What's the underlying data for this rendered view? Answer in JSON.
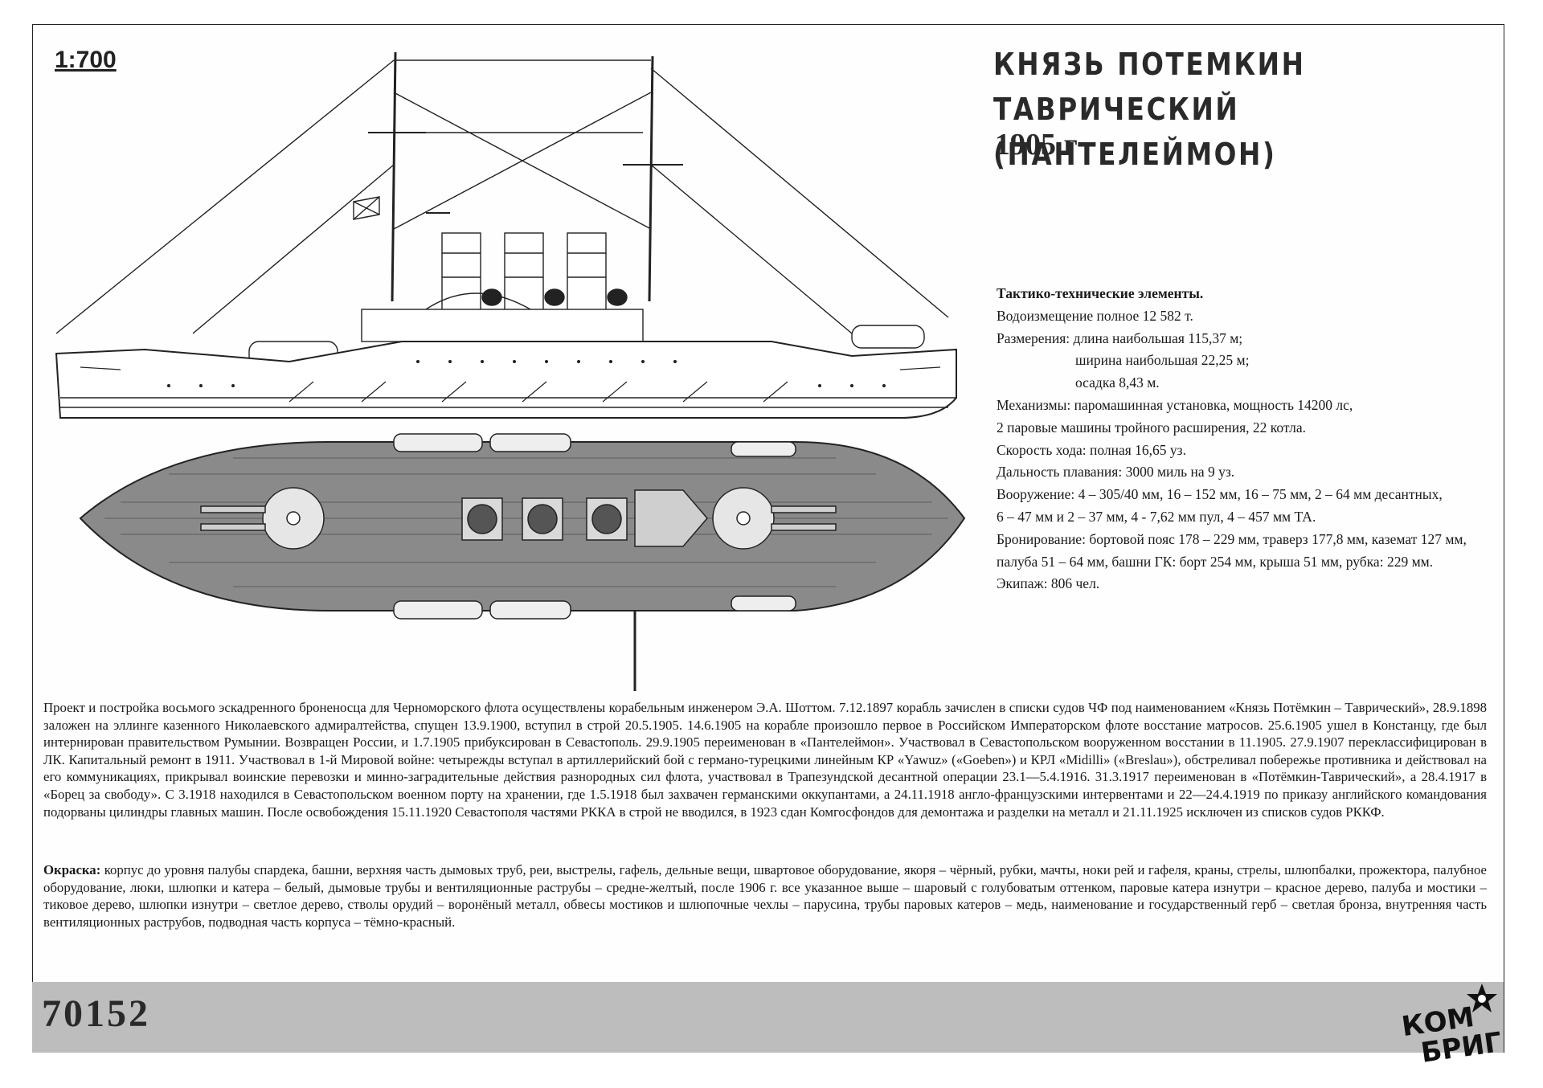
{
  "scale": "1:700",
  "title": {
    "line1": "КНЯЗЬ ПОТЕМКИН ТАВРИЧЕСКИЙ",
    "line2": "(ПАНТЕЛЕЙМОН)",
    "year": "1905 г"
  },
  "specs": {
    "heading": "Тактико-технические элементы.",
    "rows": [
      "Водоизмещение полное 12 582 т.",
      "Размерения: длина наибольшая 115,37 м;",
      "ширина наибольшая 22,25 м;",
      "осадка 8,43 м.",
      "Механизмы: паромашинная установка, мощность 14200 лс,",
      "2 паровые машины тройного расширения, 22 котла.",
      "Скорость хода: полная 16,65 уз.",
      "Дальность плавания: 3000 миль на 9 уз.",
      "Вооружение: 4 – 305/40 мм, 16 – 152 мм, 16 – 75 мм, 2 – 64 мм десантных,",
      "6 – 47 мм и 2 – 37 мм, 4 - 7,62 мм пул, 4 – 457 мм ТА.",
      "Бронирование: бортовой пояс 178 – 229 мм, траверз 177,8 мм, каземат 127 мм,",
      "палуба 51 – 64 мм, башни ГК: борт 254 мм, крыша 51 мм, рубка: 229 мм.",
      "Экипаж: 806 чел."
    ]
  },
  "history": "Проект и постройка восьмого эскадренного броненосца для Черноморского флота осуществлены корабельным инженером Э.А. Шоттом. 7.12.1897 корабль зачислен в списки судов ЧФ под наименованием «Князь Потёмкин – Таврический», 28.9.1898 заложен на эллинге казенного Николаевского адмиралтейства, спущен 13.9.1900, вступил в строй 20.5.1905. 14.6.1905 на корабле произошло первое в Российском Императорском флоте восстание матросов. 25.6.1905 ушел в Констанцу, где был интернирован правительством Румынии. Возвращен России, и 1.7.1905 прибуксирован в Севастополь. 29.9.1905 переименован в «Пантелеймон». Участвовал в Севастопольском вооруженном восстании в 11.1905. 27.9.1907 переклассифицирован в ЛК. Капитальный ремонт в 1911. Участвовал в 1-й Мировой войне: четырежды вступал в артиллерийский бой с германо-турецкими линейным КР «Yawuz» («Goeben») и КРЛ «Midilli» («Breslau»), обстреливал побережье противника и действовал на его коммуникациях, прикрывал воинские перевозки и минно-заградительные действия разнородных сил флота, участвовал в Трапезундской десантной операции 23.1—5.4.1916. 31.3.1917 переименован в «Потёмкин-Таврический», а 28.4.1917 в «Борец за свободу». С 3.1918 находился в Севастопольском военном порту на хранении, где 1.5.1918 был захвачен германскими оккупантами, а 24.11.1918 англо-французскими интервентами и 22—24.4.1919 по приказу английского командования подорваны цилиндры главных машин. После освобождения 15.11.1920 Севастополя частями РККА в строй не вводился, в 1923 сдан Комгосфондов для демонтажа и разделки на металл и 21.11.1925 исключен из списков судов РККФ.",
  "paint": {
    "label": "Окраска:",
    "text": " корпус до уровня палубы спардека, башни, верхняя часть дымовых труб, реи, выстрелы, гафель, дельные вещи, швартовое оборудование, якоря – чёрный, рубки, мачты, ноки рей и гафеля, краны, стрелы, шлюпбалки, прожектора, палубное оборудование, люки, шлюпки и катера – белый, дымовые трубы и вентиляционные раструбы – средне-желтый, после 1906 г. все указанное выше – шаровый с голубоватым оттенком, паровые катера изнутри – красное дерево, палуба и мостики – тиковое дерево, шлюпки изнутри – светлое дерево, стволы орудий – воронёный металл, обвесы мостиков и шлюпочные чехлы – парусина, трубы паровых катеров – медь, наименование и государственный герб – светлая бронза, внутренняя часть вентиляционных раструбов, подводная часть корпуса – тёмно-красный."
  },
  "kit_number": "70152",
  "logo": {
    "line1": "КОМ",
    "line2": "БРИГ"
  },
  "colors": {
    "deck": "#8a8a8a",
    "footer": "#bdbdbd",
    "ink": "#1a1a1a"
  }
}
